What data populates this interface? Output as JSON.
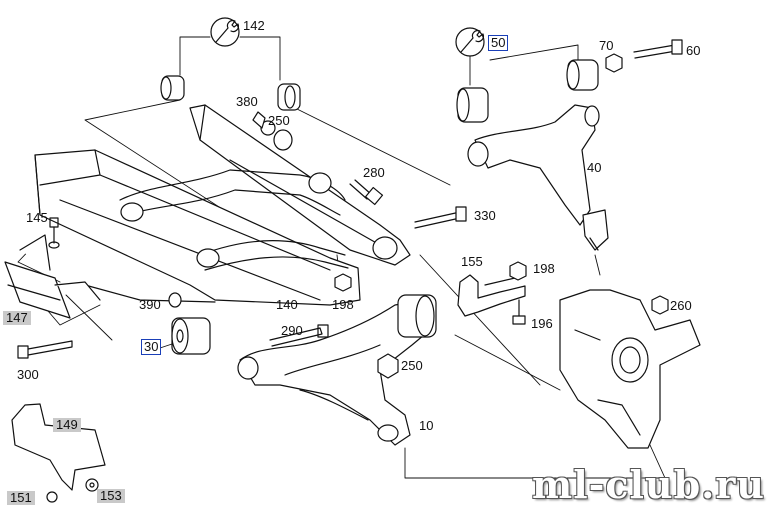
{
  "callouts": {
    "c10": "10",
    "c30": "30",
    "c40": "40",
    "c50": "50",
    "c60": "60",
    "c70": "70",
    "c140": "140",
    "c142": "142",
    "c145": "145",
    "c147": "147",
    "c149": "149",
    "c151": "151",
    "c153": "153",
    "c155": "155",
    "c196": "196",
    "c198a": "198",
    "c198b": "198",
    "c250a": "250",
    "c250b": "250",
    "c260": "260",
    "c280": "280",
    "c290": "290",
    "c300": "300",
    "c330": "330",
    "c380": "380",
    "c390": "390"
  },
  "watermark": "ml-club.ru",
  "colors": {
    "line": "#111111",
    "box": "#1a3fb8",
    "shade": "#c9c9c9"
  },
  "icons": [
    "wrench-icon",
    "wrench-icon"
  ]
}
